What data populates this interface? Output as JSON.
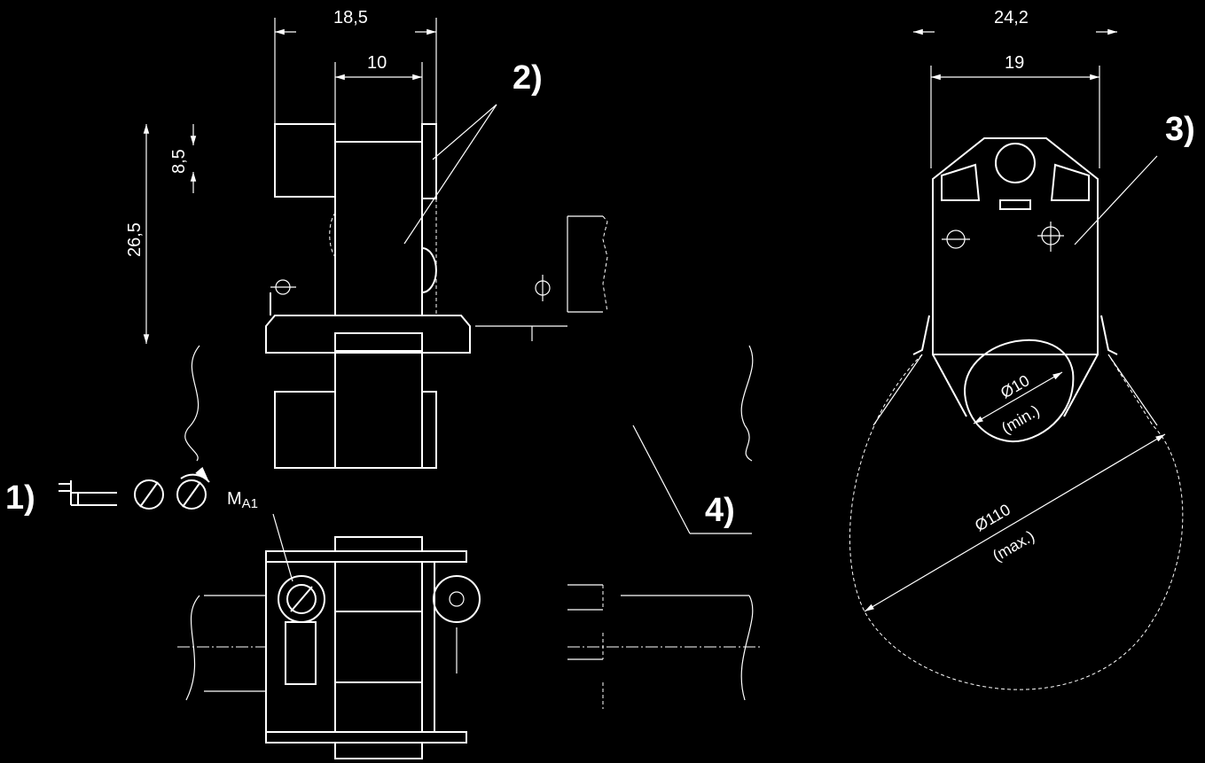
{
  "dimensions": {
    "d18_5": "18,5",
    "d10": "10",
    "d8_5": "8,5",
    "d26_5": "26,5",
    "d24_2": "24,2",
    "d19": "19",
    "dia10": "Ø10",
    "dia10_note": "(min.)",
    "dia110": "Ø110",
    "dia110_note": "(max.)"
  },
  "callouts": {
    "c1": "1)",
    "c2": "2)",
    "c3": "3)",
    "c4": "4)"
  },
  "torque": {
    "symbol": "M",
    "subscript": "A1"
  },
  "icons": [
    "flat-screwdriver-icon",
    "slotted-screw-icon",
    "torque-arrow-icon"
  ],
  "colors": {
    "background": "#000000",
    "lines": "#ffffff"
  }
}
